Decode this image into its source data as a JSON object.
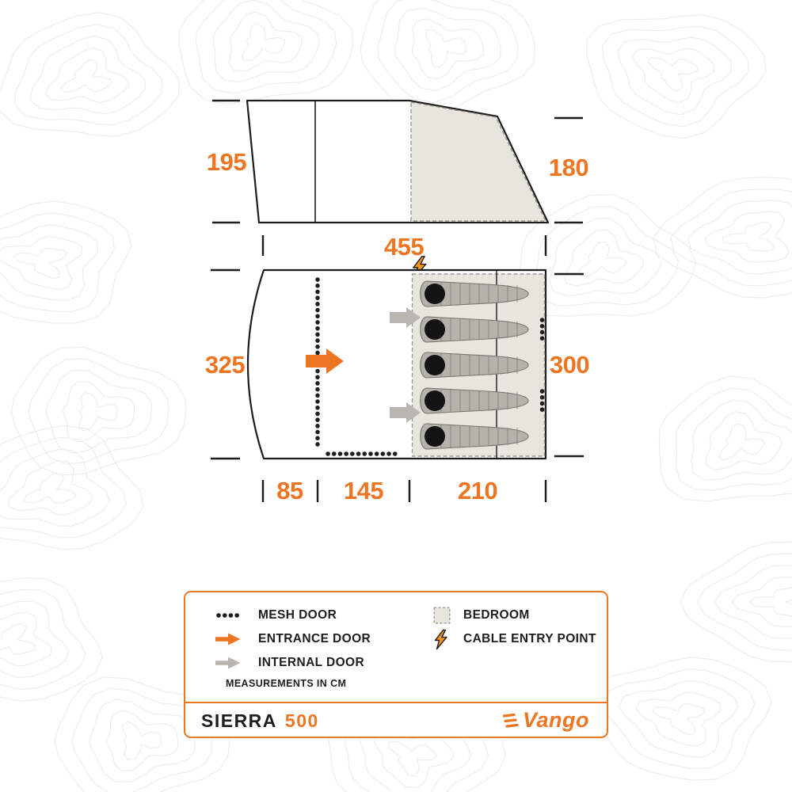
{
  "side_view": {
    "left_height": "195",
    "right_height": "180",
    "total_width": "455"
  },
  "floor_plan": {
    "left_height": "325",
    "right_height": "300",
    "segment_widths": {
      "porch": "85",
      "living": "145",
      "bedroom": "210"
    }
  },
  "legend": {
    "items": [
      {
        "icon": "mesh-door-dotted-line",
        "label": "MESH DOOR"
      },
      {
        "icon": "entrance-arrow-orange",
        "label": "ENTRANCE DOOR"
      },
      {
        "icon": "internal-arrow-gray",
        "label": "INTERNAL DOOR"
      },
      {
        "icon": "bedroom-shaded-square",
        "label": "BEDROOM"
      },
      {
        "icon": "cable-lightning-bolt",
        "label": "CABLE ENTRY POINT"
      }
    ],
    "note": "MEASUREMENTS IN CM"
  },
  "footer": {
    "model_name": "SIERRA",
    "model_number": "500",
    "brand": "Vango"
  },
  "colors": {
    "accent_orange": "#ee7623",
    "text_black": "#1d1d1b",
    "internal_door_gray": "#b9b6b1",
    "bedroom_fill": "#e8e5df",
    "bolt_orange": "#f7941d"
  }
}
